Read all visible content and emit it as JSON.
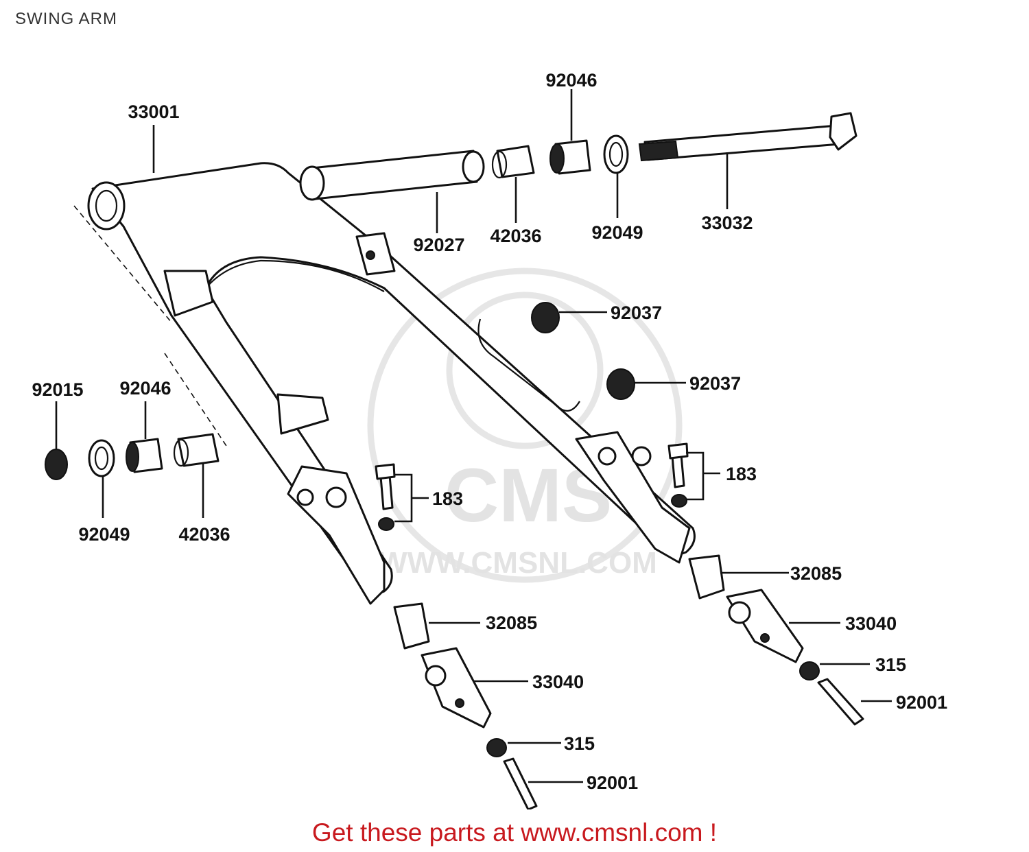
{
  "title": "SWING ARM",
  "watermark": {
    "text": "WWW.CMSNL.COM",
    "logo": "CMS"
  },
  "callouts": [
    {
      "id": "c-33001",
      "label": "33001"
    },
    {
      "id": "c-92046a",
      "label": "92046"
    },
    {
      "id": "c-92027",
      "label": "92027"
    },
    {
      "id": "c-42036a",
      "label": "42036"
    },
    {
      "id": "c-92049a",
      "label": "92049"
    },
    {
      "id": "c-33032",
      "label": "33032"
    },
    {
      "id": "c-92037a",
      "label": "92037"
    },
    {
      "id": "c-92037b",
      "label": "92037"
    },
    {
      "id": "c-92015",
      "label": "92015"
    },
    {
      "id": "c-92046b",
      "label": "92046"
    },
    {
      "id": "c-92049b",
      "label": "92049"
    },
    {
      "id": "c-42036b",
      "label": "42036"
    },
    {
      "id": "c-183a",
      "label": "183"
    },
    {
      "id": "c-183b",
      "label": "183"
    },
    {
      "id": "c-32085a",
      "label": "32085"
    },
    {
      "id": "c-32085b",
      "label": "32085"
    },
    {
      "id": "c-33040a",
      "label": "33040"
    },
    {
      "id": "c-33040b",
      "label": "33040"
    },
    {
      "id": "c-315a",
      "label": "315"
    },
    {
      "id": "c-315b",
      "label": "315"
    },
    {
      "id": "c-92001a",
      "label": "92001"
    },
    {
      "id": "c-92001b",
      "label": "92001"
    }
  ],
  "footer": {
    "text": "Get these parts at www.cmsnl.com !"
  }
}
